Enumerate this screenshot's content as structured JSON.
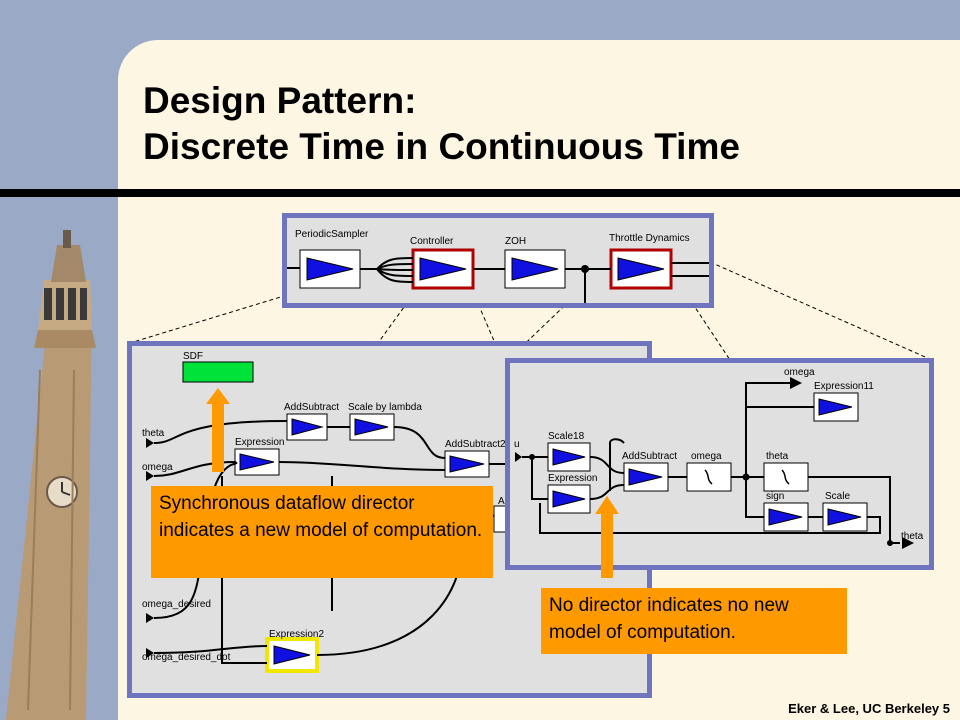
{
  "slide": {
    "title_line1": "Design Pattern:",
    "title_line2": "Discrete Time in Continuous Time",
    "footer": "Eker & Lee, UC Berkeley 5"
  },
  "top_model": {
    "actors": [
      "PeriodicSampler",
      "Controller",
      "ZOH",
      "Throttle Dynamics"
    ]
  },
  "left_model": {
    "director": "SDF",
    "ports": [
      "theta",
      "omega",
      "omega_desired",
      "omega_desired_dot"
    ],
    "actors": [
      "AddSubtract",
      "Scale by lambda",
      "Expression",
      "AddSubtract2",
      "Expression2",
      "u",
      "Ad"
    ]
  },
  "right_model": {
    "ports": [
      "u",
      "omega",
      "theta"
    ],
    "actors": [
      "Scale18",
      "Expression",
      "AddSubtract",
      "omega",
      "theta",
      "Expression11",
      "sign",
      "Scale"
    ]
  },
  "callouts": {
    "sdf": "Synchronous dataflow director indicates a new model of computation.",
    "no_director": "No director indicates no new model of computation."
  },
  "colors": {
    "frame": "#6f74be",
    "callout": "#ff9900",
    "director": "#00e23a",
    "actor_icon": "#1010e0"
  }
}
